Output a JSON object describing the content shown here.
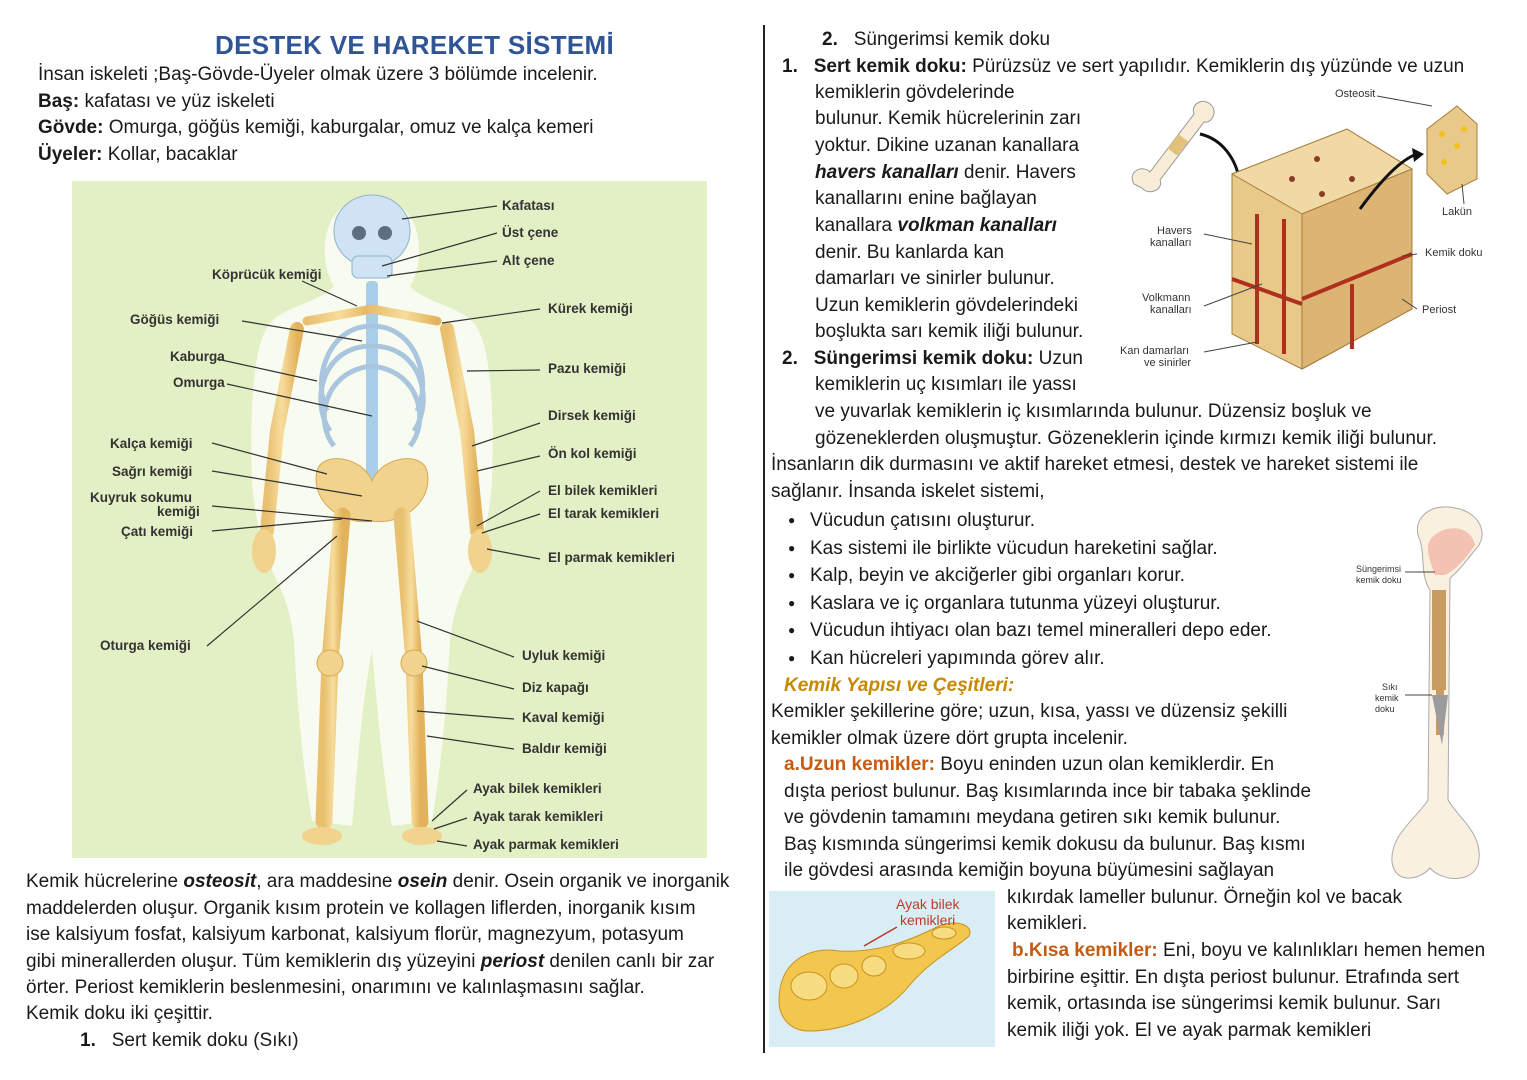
{
  "left": {
    "title": "DESTEK VE HAREKET SİSTEMİ",
    "intro": "İnsan iskeleti ;Baş-Gövde-Üyeler olmak üzere 3 bölümde incelenir.",
    "head_label": "Baş:",
    "head_text": "kafatası ve yüz iskeleti",
    "trunk_label": "Gövde:",
    "trunk_text": "Omurga, göğüs kemiği, kaburgalar, omuz ve kalça kemeri",
    "limbs_label": "Üyeler:",
    "limbs_text": "Kollar, bacaklar",
    "bottom": {
      "l1a": "Kemik hücrelerine ",
      "l1b": "osteosit",
      "l1c": ", ara maddesine ",
      "l1d": "osein",
      "l1e": " denir. Osein organik ve inorganik",
      "l2": "maddelerden oluşur. Organik kısım protein ve kollagen liflerden, inorganik kısım",
      "l3": "ise kalsiyum fosfat, kalsiyum karbonat, kalsiyum florür, magnezyum, potasyum",
      "l4a": "gibi minerallerden oluşur. Tüm kemiklerin dış yüzeyini ",
      "l4b": "periost",
      "l4c": " denilen canlı bir zar",
      "l5": "örter. Periost kemiklerin beslenmesini, onarımını ve kalınlaşmasını sağlar.",
      "l6": "Kemik doku iki çeşittir.",
      "l7num": "1.",
      "l7": "Sert kemik doku (Sıkı)"
    }
  },
  "skeleton": {
    "left_labels": [
      "Köprücük kemiği",
      "Göğüs kemiği",
      "Kaburga",
      "Omurga",
      "Kalça kemiği",
      "Sağrı kemiği",
      "Kuyruk sokumu",
      "kemiği",
      "Çatı kemiği",
      "Oturga kemiği"
    ],
    "right_labels": [
      "Kafatası",
      "Üst çene",
      "Alt çene",
      "Kürek kemiği",
      "Pazu kemiği",
      "Dirsek kemiği",
      "Ön kol kemiği",
      "El bilek kemikleri",
      "El tarak kemikleri",
      "El parmak kemikleri",
      "Uyluk kemiği",
      "Diz kapağı",
      "Kaval kemiği",
      "Baldır kemiği",
      "Ayak bilek kemikleri",
      "Ayak tarak kemikleri",
      "Ayak parmak kemikleri"
    ]
  },
  "right": {
    "top_num": "2.",
    "top_text": "Süngerimsi kemik doku",
    "s1num": "1.",
    "s1label": "Sert kemik doku:",
    "s1text": " Pürüzsüz ve sert yapılıdır. Kemiklerin dış yüzünde ve uzun",
    "s1l2": "kemiklerin gövdelerinde",
    "s1l3": "bulunur. Kemik hücrelerinin zarı",
    "s1l4": "yoktur. Dikine uzanan kanallara",
    "s1l5a": "havers kanalları",
    "s1l5b": " denir. Havers",
    "s1l6": "kanallarını enine bağlayan",
    "s1l7a": "kanallara ",
    "s1l7b": "volkman kanalları",
    "s1l8": "denir. Bu kanlarda kan",
    "s1l9": "damarları ve sinirler bulunur.",
    "s1l10": "Uzun kemiklerin gövdelerindeki",
    "s1l11": "boşlukta sarı kemik iliği bulunur.",
    "s2num": "2.",
    "s2label": "Süngerimsi kemik doku:",
    "s2text": " Uzun",
    "s2l2": "kemiklerin uç kısımları ile yassı",
    "s2l3": "ve yuvarlak kemiklerin iç kısımlarında bulunur. Düzensiz boşluk ve",
    "s2l4": "gözeneklerden oluşmuştur. Gözeneklerin içinde kırmızı kemik iliği bulunur.",
    "p1": "İnsanların dik durmasını ve aktif hareket etmesi, destek ve hareket sistemi ile",
    "p2": "sağlanır. İnsanda iskelet sistemi,",
    "bullets": [
      "Vücudun çatısını oluşturur.",
      "Kas sistemi ile birlikte vücudun hareketini sağlar.",
      "Kalp, beyin ve akciğerler gibi organları korur.",
      "Kaslara ve iç organlara tutunma yüzeyi oluşturur.",
      "Vücudun ihtiyacı olan bazı temel mineralleri depo eder.",
      "Kan hücreleri yapımında görev alır."
    ],
    "struct_heading": "Kemik Yapısı ve Çeşitleri:",
    "st1": "Kemikler şekillerine göre; uzun, kısa, yassı ve düzensiz şekilli",
    "st2": "kemikler olmak üzere dört grupta incelenir.",
    "a_label": "a.Uzun kemikler:",
    "a_text": " Boyu eninden uzun olan kemiklerdir. En",
    "a2": "dışta periost bulunur. Baş kısımlarında ince bir tabaka şeklinde",
    "a3": "ve gövdenin tamamını meydana getiren sıkı kemik bulunur.",
    "a4": "Baş kısmında süngerimsi kemik dokusu da bulunur. Baş kısmı",
    "a5": "ile gövdesi arasında kemiğin boyuna büyümesini sağlayan",
    "a6": "kıkırdak lameller bulunur. Örneğin kol ve bacak",
    "a7": "kemikleri.",
    "b_label": "b.Kısa kemikler:",
    "b_text": " Eni, boyu ve kalınlıkları hemen hemen",
    "b2": "birbirine eşittir. En dışta periost bulunur. Etrafında sert",
    "b3": "kemik, ortasında ise süngerimsi kemik bulunur. Sarı",
    "b4": "kemik iliği yok. El ve ayak parmak kemikleri"
  },
  "bone_fig": {
    "osteosit": "Osteosit",
    "lakun": "Lakün",
    "havers1": "Havers",
    "havers2": "kanalları",
    "kemik_doku": "Kemik doku",
    "volkmann1": "Volkmann",
    "volkmann2": "kanalları",
    "periost": "Periost",
    "kan1": "Kan damarları",
    "kan2": "ve sinirler"
  },
  "femur_fig": {
    "sung1": "Süngerimsi",
    "sung2": "kemik doku",
    "siki1": "Sıkı",
    "siki2": "kemik",
    "siki3": "doku"
  },
  "foot_fig": {
    "l1": "Ayak bilek",
    "l2": "kemikleri"
  }
}
